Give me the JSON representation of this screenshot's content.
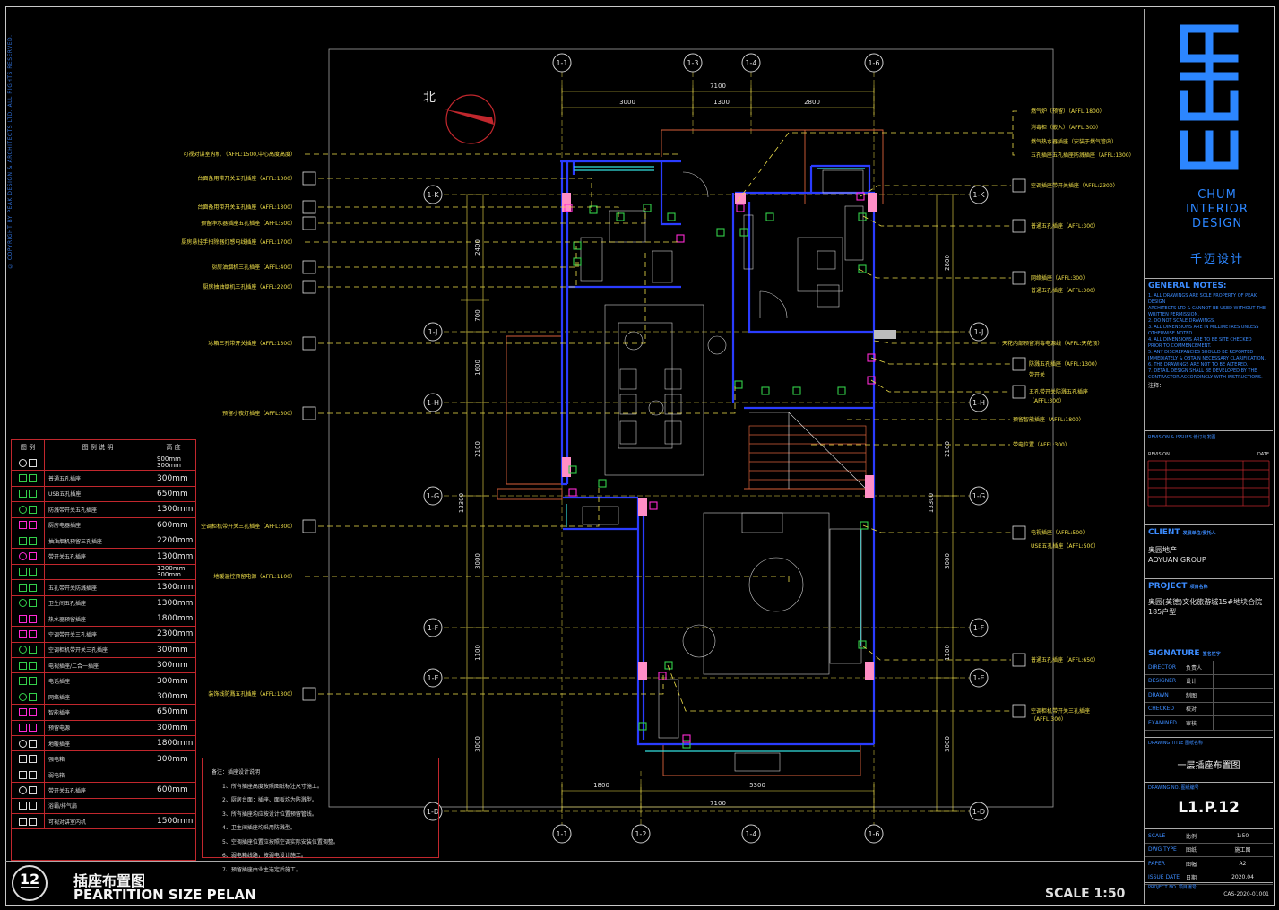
{
  "drawing": {
    "copyright": "© COPYRIGHT BY PEAK DESIGN & ARCHITECTS LTD. ALL RIGHTS RESERVED.",
    "north_label": "北",
    "sheet_number": "12",
    "title_cn": "插座布置图",
    "title_en": "PEARTITION SIZE PELAN",
    "scale": "SCALE  1:50"
  },
  "grid": {
    "top": [
      "1-1",
      "1-3",
      "1-4",
      "1-6"
    ],
    "bottom": [
      "1-1",
      "1-2",
      "1-4",
      "1-6"
    ],
    "left": [
      "1-K",
      "1-J",
      "1-H",
      "1-G",
      "1-F",
      "1-E",
      "1-D"
    ],
    "right": [
      "1-K",
      "1-J",
      "1-H",
      "1-G",
      "1-F",
      "1-E",
      "1-D"
    ]
  },
  "dimensions": {
    "top_total": "7100",
    "top_parts": [
      "3000",
      "1300",
      "2800"
    ],
    "bottom_total": "7100",
    "bottom_parts": [
      "1800",
      "5300"
    ],
    "left_total": "13300",
    "left_parts": [
      "2400",
      "700",
      "1600",
      "2100",
      "3000",
      "1100",
      "3000"
    ],
    "right_total": "13300",
    "right_parts": [
      "2800",
      "2100",
      "3000",
      "1100",
      "3000"
    ]
  },
  "callouts_left": [
    "可视对讲室内机 （AFFL:1500,中心高度高度）",
    "台面备用带开关五孔插座（AFFL:1300）",
    "台面备用带开关五孔插座（AFFL:1300）",
    "预留净水器插座五孔插座（AFFL:500）",
    "厨房悬挂手扫除器灯感电线插座（AFFL:1700）",
    "厨房油烟机三孔插座（AFFL:400）",
    "厨房抽油烟机三孔插座（AFFL:2200）",
    "冰箱三孔带开关插座（AFFL:1300）",
    "预留小夜灯插座（AFFL:300）",
    "空调柜机带开关三孔插座（AFFL:300）",
    "地暖温控预留电源（AFFL:1100）",
    "装饰线防溅五孔插座（AFFL:1300）"
  ],
  "callouts_right": [
    "燃气炉（预留）（AFFL:1800）",
    "消毒柜（嵌入）（AFFL:300）",
    "燃气热水器插座（安装于燃气管内）",
    "五孔插座五孔插座防溅插座（AFFL:1300）",
    "空调插座带开关插座（AFFL:2300）",
    "普通五孔插座（AFFL:300）",
    "网络插座（AFFL:300）",
    "普通五孔插座（AFFL:300）",
    "天花内部预留消毒电源线（AFFL:天花顶）",
    "防溅五孔插座（AFFL:1300）",
    "带开关",
    "五孔带开关防溅五孔插座",
    "（AFFL:300）",
    "预留智能插座（AFFL:1800）",
    "带电位置（AFFL:300）",
    "电视插座（AFFL:500）",
    "USB五孔插座（AFFL:500）",
    "普通五孔插座（AFFL:650）",
    "空调柜机带开关三孔插座",
    "（AFFL:300）"
  ],
  "legend": {
    "headers": [
      "图 例",
      "图 例 说 明",
      "高 度"
    ],
    "rows": [
      {
        "desc": "",
        "height": "900mm\n300mm"
      },
      {
        "desc": "普通五孔插座",
        "height": "300mm"
      },
      {
        "desc": "USB五孔插座",
        "height": "650mm"
      },
      {
        "desc": "防溅带开关五孔插座",
        "height": "1300mm"
      },
      {
        "desc": "厨房电器插座",
        "height": "600mm"
      },
      {
        "desc": "抽油烟机预留三孔插座",
        "height": "2200mm"
      },
      {
        "desc": "带开关五孔插座",
        "height": "1300mm"
      },
      {
        "desc": "",
        "height": "1300mm\n300mm"
      },
      {
        "desc": "五孔带开关防溅插座",
        "height": "1300mm"
      },
      {
        "desc": "卫生间五孔插座",
        "height": "1300mm"
      },
      {
        "desc": "热水器预留插座",
        "height": "1800mm"
      },
      {
        "desc": "空调带开关三孔插座",
        "height": "2300mm"
      },
      {
        "desc": "空调柜机带开关三孔插座",
        "height": "300mm"
      },
      {
        "desc": "电视插座/二合一插座",
        "height": "300mm"
      },
      {
        "desc": "电话插座",
        "height": "300mm"
      },
      {
        "desc": "网络插座",
        "height": "300mm"
      },
      {
        "desc": "智能插座",
        "height": "650mm"
      },
      {
        "desc": "预留电源",
        "height": "300mm"
      },
      {
        "desc": "地暖插座",
        "height": "1800mm"
      },
      {
        "desc": "强电箱",
        "height": "300mm"
      },
      {
        "desc": "弱电箱",
        "height": ""
      },
      {
        "desc": "带开关五孔插座",
        "height": "600mm"
      },
      {
        "desc": "浴霸/排气扇",
        "height": ""
      },
      {
        "desc": "可视对讲室内机",
        "height": "1500mm"
      }
    ]
  },
  "notes": {
    "title": "备注：插座设计说明",
    "items": [
      "1、所有插座高度按照图纸标注尺寸施工。",
      "2、厨房台面：插座、面板均为防溅型。",
      "3、所有插座均应按设计位置预留管线。",
      "4、卫生间插座均采用防溅型。",
      "5、空调插座位置应按照空调实际安装位置调整。",
      "6、弱电箱线路，按弱电设计施工。",
      "7、预留插座由业主选定后施工。"
    ]
  },
  "titleblock": {
    "brand_sub": "CHUM\nINTERIOR\nDESIGN",
    "brand_cn": "千迈设计",
    "general_notes_title": "GENERAL NOTES:",
    "general_notes": [
      "1. ALL DRAWINGS ARE SOLE PROPERTY OF PEAK DESIGN",
      "ARCHITECTS LTD & CANNOT BE USED WITHOUT THE",
      "WRITTEN PERMISSION.",
      "2. DO NOT SCALE DRAWINGS.",
      "3. ALL DIMENSIONS ARE IN MILLIMETRES UNLESS",
      "OTHERWISE NOTED.",
      "4. ALL DIMENSIONS ARE TO BE SITE CHECKED",
      "PRIOR TO COMMENCEMENT.",
      "5. ANY DISCREPANCIES SHOULD BE REPORTED",
      "IMMEDIATELY & OBTAIN NECESSARY CLARIFICATION.",
      "6. THE DRAWINGS ARE NOT TO BE ALTERED.",
      "7. DETAIL DESIGN SHALL BE DEVELOPED BY THE",
      "CONTRACTOR ACCORDINGLY WITH INSTRUCTIONS."
    ],
    "notes_cn_title": "注释：",
    "revision_title": "REVISION & ISSUES 修订与发图",
    "revision_label": "REVISION",
    "date_label": "DATE",
    "client_label": "CLIENT",
    "client_sub": "发展单位/委托人",
    "client_cn": "奥园地产",
    "client_en": "AOYUAN GROUP",
    "project_label": "PROJECT",
    "project_sub": "项目名称",
    "project_name": "奥园(英德)文化旅游城15#地块合院185户型",
    "signature_label": "SIGNATURE",
    "signature_sub": "签名栏字",
    "signature_rows": [
      {
        "en": "DIRECTOR",
        "cn": "负责人"
      },
      {
        "en": "DESIGNER",
        "cn": "设计"
      },
      {
        "en": "DRAWN",
        "cn": "制图"
      },
      {
        "en": "CHECKED",
        "cn": "校对"
      },
      {
        "en": "EXAMINED",
        "cn": "审核"
      }
    ],
    "drawing_title_label": "DRAWING TITLE",
    "drawing_title_sub": "图纸名称",
    "drawing_title": "一层插座布置图",
    "drawing_no_label": "DRAWING NO.",
    "drawing_no_sub": "图纸编号",
    "drawing_no": "L1.P.12",
    "meta": [
      {
        "en": "SCALE",
        "cn": "比例",
        "val": "1:50"
      },
      {
        "en": "DWG TYPE",
        "cn": "图纸",
        "val": "施工图"
      },
      {
        "en": "PAPER",
        "cn": "图幅",
        "val": "A2"
      },
      {
        "en": "ISSUE DATE",
        "cn": "日期",
        "val": "2020.04"
      }
    ],
    "project_no_label": "PROJECT NO.",
    "project_no_sub": "项目编号",
    "project_no": "CAS-2020-01001"
  },
  "colors": {
    "grid_line": "#f0e04a",
    "wall_blue": "#2a3cff",
    "outlet_green": "#33d04a",
    "outlet_magenta": "#ff2ad4",
    "brand_blue": "#2c86ff",
    "red_line": "#c1272d"
  }
}
